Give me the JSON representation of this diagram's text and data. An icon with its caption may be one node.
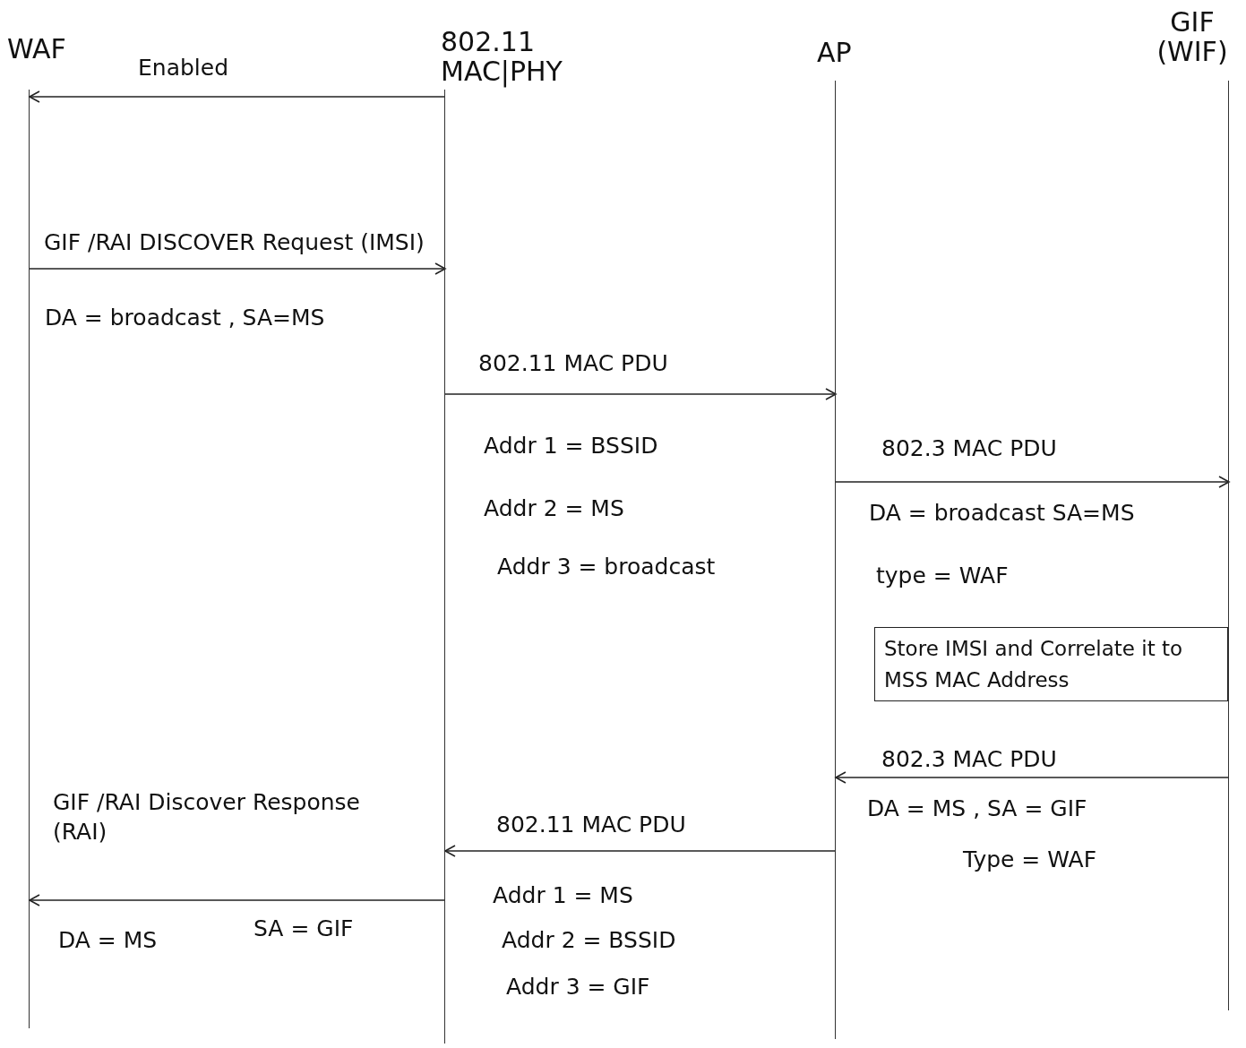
{
  "diagram": {
    "nodes": [
      {
        "text": [
          "WAF"
        ]
      },
      {
        "text": [
          "802.11 MAC|PHY"
        ]
      },
      {
        "text": [
          "AP"
        ]
      },
      {
        "text": [
          "GIF (WIF)"
        ]
      },
      {
        "text": [
          "Store IMSI and Correlate it to MSS MAC Address"
        ]
      }
    ],
    "edges": [
      {
        "from": 1,
        "to": 0,
        "arrow": "to",
        "label": "Enabled"
      },
      {
        "from": 0,
        "to": 1,
        "arrow": "to",
        "label": "GIF /RAI DISCOVER Request (IMSI)"
      },
      {
        "from": 1,
        "to": 2,
        "arrow": "to",
        "label": "802.11 MAC PDU"
      },
      {
        "from": 2,
        "to": 3,
        "arrow": "to",
        "label": "802.3 MAC PDU"
      },
      {
        "from": 3,
        "to": 2,
        "arrow": "to",
        "label": "802.3 MAC PDU"
      },
      {
        "from": 2,
        "to": 1,
        "arrow": "to",
        "label": "802.11 MAC PDU"
      },
      {
        "from": 1,
        "to": 0,
        "arrow": "to",
        "label": "GIF /RAI Discover Response (RAI)"
      }
    ],
    "labels": [
      "DA = broadcast , SA=MS",
      "Addr 1 = BSSID",
      "Addr 2 = MS",
      "Addr 3 = broadcast",
      "DA = broadcast SA=MS",
      "type = WAF",
      "DA = MS , SA = GIF",
      "Type = WAF",
      "Addr 1 = MS",
      "Addr 2 = BSSID",
      "Addr 3 = GIF",
      "DA = MS",
      "SA = GIF"
    ]
  }
}
